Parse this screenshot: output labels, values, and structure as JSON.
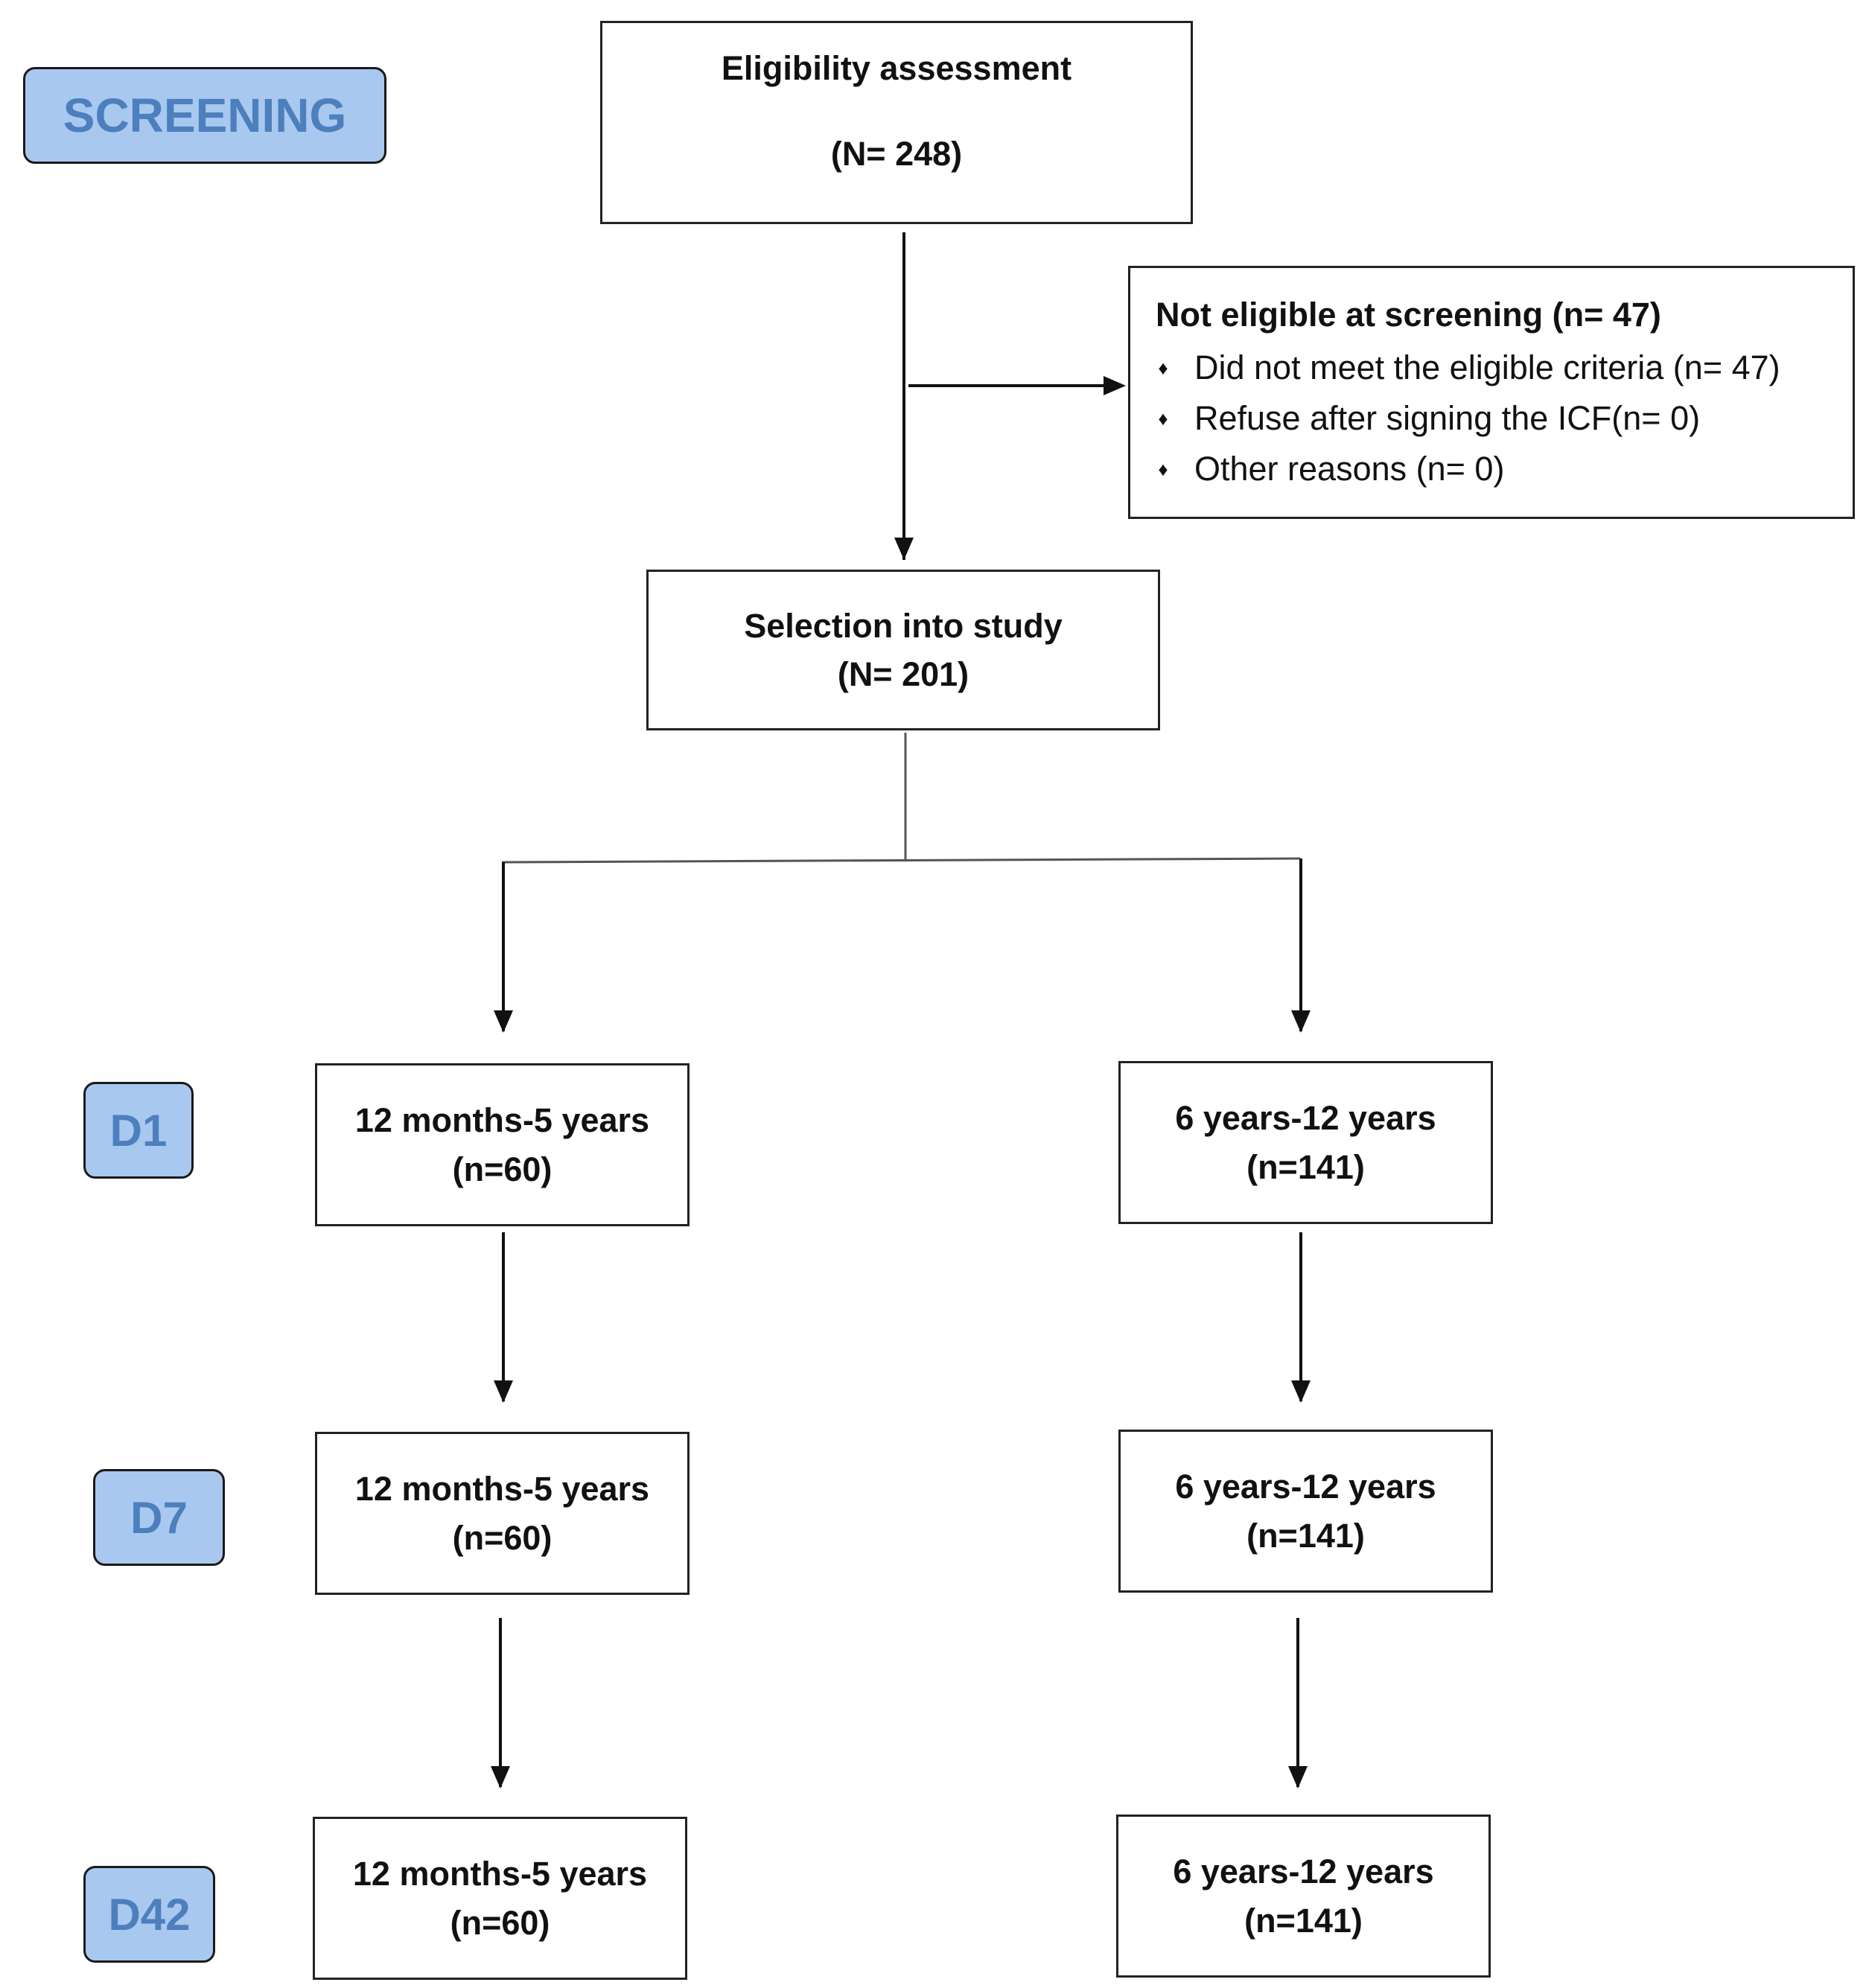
{
  "stages": {
    "screening": "SCREENING",
    "d1": "D1",
    "d7": "D7",
    "d42": "D42"
  },
  "eligibility": {
    "title": "Eligibility assessment",
    "count": "(N= 248)"
  },
  "not_eligible": {
    "title": "Not eligible at screening (n= 47)",
    "bullet_icon": "diamond-bullet",
    "items": [
      "Did not meet the eligible criteria (n= 47)",
      "Refuse after signing the ICF(n= 0)",
      "Other reasons (n= 0)"
    ]
  },
  "selection": {
    "title": "Selection into study",
    "count": "(N= 201)"
  },
  "groups": {
    "d1": {
      "younger": {
        "label": "12 months-5 years",
        "count": "(n=60)"
      },
      "older": {
        "label": "6 years-12 years",
        "count": "(n=141)"
      }
    },
    "d7": {
      "younger": {
        "label": "12 months-5 years",
        "count": "(n=60)"
      },
      "older": {
        "label": "6 years-12 years",
        "count": "(n=141)"
      }
    },
    "d42": {
      "younger": {
        "label": "12 months-5 years",
        "count": "(n=60)"
      },
      "older": {
        "label": "6 years-12 years",
        "count": "(n=141)"
      }
    }
  },
  "colors": {
    "stage_fill": "#a8c8f0",
    "stage_text": "#4d7fbd",
    "line": "#111111"
  }
}
